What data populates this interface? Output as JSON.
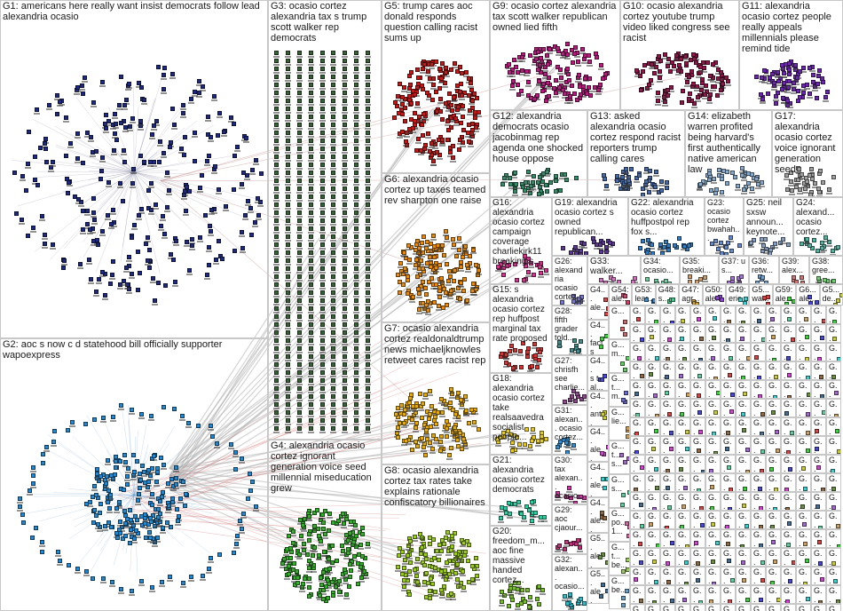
{
  "title": "",
  "groups": [
    {
      "id": "G1",
      "text": "G1: americans here really want insist democrats follow lead alexandria ocasio",
      "color": "#1f2a7a",
      "layout": "circle"
    },
    {
      "id": "G2",
      "text": "G2: aoc s now c d statehood bill officially supporter wapoexpress",
      "color": "#2a86c9",
      "layout": "ring"
    },
    {
      "id": "G3",
      "text": "G3: ocasio cortez alexandria tax s trump scott walker rep democrats",
      "color": "#3a5f3a",
      "layout": "grid"
    },
    {
      "id": "G4",
      "text": "G4: alexandria ocasio cortez ignorant generation voice seed millennial miseducation grew",
      "color": "#3aa832",
      "layout": "cloud"
    },
    {
      "id": "G5",
      "text": "G5: trump cares aoc donald responds question calling racist sums up",
      "color": "#b81e1e",
      "layout": "cloud"
    },
    {
      "id": "G6",
      "text": "G6: alexandria ocasio cortez up taxes teamed rev sharpton one raise",
      "color": "#e08a1e",
      "layout": "oval"
    },
    {
      "id": "G7",
      "text": "G7: ocasio alexandria cortez realdonaldtrump news michaeljknowles retweet cares racist rep",
      "color": "#e0a81e",
      "layout": "cloud"
    },
    {
      "id": "G8",
      "text": "G8: ocasio alexandria cortez tax rates take explains rationale confiscatory billionaires",
      "color": "#9ac82a",
      "layout": "cloud"
    },
    {
      "id": "G9",
      "text": "G9: ocasio cortez alexandria tax scott walker republican owned lied fifth",
      "color": "#b0207a",
      "layout": "cloud"
    },
    {
      "id": "G10",
      "text": "G10: ocasio alexandria cortez youtube trump video liked congress see racist",
      "color": "#8a1a4a",
      "layout": "cloud"
    },
    {
      "id": "G11",
      "text": "G11: alexandria ocasio cortez people really appeals millennials please remind tide",
      "color": "#6a2aa8",
      "layout": "cloud"
    },
    {
      "id": "G12",
      "text": "G12: alexandria democrats ocasio jacobinmag rep agenda one shocked house oppose",
      "color": "#3a8a6a",
      "layout": "cloud"
    },
    {
      "id": "G13",
      "text": "G13: asked alexandria ocasio cortez respond racist reporters trump calling cares",
      "color": "#4a6aa0",
      "layout": "cloud"
    },
    {
      "id": "G14",
      "text": "G14: elizabeth warren profited being harvard's first authentically native american law",
      "color": "#8aa8c8",
      "layout": "cloud"
    },
    {
      "id": "G17",
      "text": "G17: alexandria ocasio cortez voice ignorant generation seed",
      "color": "#a0a0a0",
      "layout": "cloud"
    },
    {
      "id": "G16",
      "text": "G16: alexandria ocasio cortez campaign coverage charliekirk11 breaking s...",
      "color": "#c83a8a",
      "layout": "cloud"
    },
    {
      "id": "G19",
      "text": "G19: alexandria ocasio cortez s owned republican...",
      "color": "#5a3a8a",
      "layout": "cloud"
    },
    {
      "id": "G22",
      "text": "G22: alexandria ocasio cortez huffpostpol rep fox s...",
      "color": "#3a7ab8",
      "layout": "cloud"
    },
    {
      "id": "G23",
      "text": "G23: ocasio cortez bwahah...",
      "color": "#6a8ac8",
      "layout": "cloud"
    },
    {
      "id": "G25",
      "text": "G25: neil sxsw announ... keynote...",
      "color": "#8aa0c0",
      "layout": "cloud"
    },
    {
      "id": "G24",
      "text": "G24: alexand... ocasio cortez...",
      "color": "#5ab0a0",
      "layout": "cloud"
    },
    {
      "id": "G15",
      "text": "G15: s alexandria ocasio cortez rep huffpost marginal tax rate proposed",
      "color": "#c83a3a",
      "layout": "cloud"
    },
    {
      "id": "G26",
      "text": "G26: alexandria ocasio cortez...",
      "color": "#7a7ac8",
      "layout": "cloud"
    },
    {
      "id": "G33",
      "text": "G33: walker...",
      "color": "#c87ab8",
      "layout": "cloud"
    },
    {
      "id": "G34",
      "text": "G34: ocasio...",
      "color": "#7ac8a0",
      "layout": "cloud"
    },
    {
      "id": "G35",
      "text": "G35: breaki...",
      "color": "#c8a07a",
      "layout": "cloud"
    },
    {
      "id": "G37",
      "text": "G37: u s...",
      "color": "#a07ac8",
      "layout": "cloud"
    },
    {
      "id": "G36",
      "text": "G36: retw...",
      "color": "#7aa0c8",
      "layout": "cloud"
    },
    {
      "id": "G39",
      "text": "G39: alex...",
      "color": "#c87a7a",
      "layout": "cloud"
    },
    {
      "id": "G38",
      "text": "G38: gree...",
      "color": "#7ac87a",
      "layout": "cloud"
    },
    {
      "id": "G28",
      "text": "G28: fifth grader told...",
      "color": "#4a8a8a",
      "layout": "cloud"
    },
    {
      "id": "G27",
      "text": "G27: chrisfh see charlie...",
      "color": "#8a4a8a",
      "layout": "cloud"
    },
    {
      "id": "G18",
      "text": "G18: alexandria ocasio cortez take realsaavedra socialist people...",
      "color": "#e0c83a",
      "layout": "cloud"
    },
    {
      "id": "G31",
      "text": "G31: alexan... ocasio cortez...",
      "color": "#3a8ac8",
      "layout": "cloud"
    },
    {
      "id": "G21",
      "text": "G21: alexandria ocasio cortez democrats",
      "color": "#3ac8a0",
      "layout": "cloud"
    },
    {
      "id": "G30",
      "text": "G30: tax alexan... ocasio...",
      "color": "#c83aa0",
      "layout": "cloud"
    },
    {
      "id": "G20",
      "text": "G20: freedom_m... aoc fine massive handed cortez...",
      "color": "#7ab83a",
      "layout": "cloud"
    },
    {
      "id": "G29",
      "text": "G29: aoc cjaour...",
      "color": "#b83a7a",
      "layout": "cloud"
    },
    {
      "id": "G32",
      "text": "G32: alexan... ocasio...",
      "color": "#3ab8c8",
      "layout": "cloud"
    }
  ],
  "small_groups": {
    "col1": [
      {
        "text": "G4...\nale...\noc...",
        "color": "#c84a4a"
      },
      {
        "text": "G4...\nfacts\ncar...",
        "color": "#4ac84a"
      },
      {
        "text": "G4...\ns t\nal...",
        "color": "#4a4ac8"
      },
      {
        "text": "G4...\nant...",
        "color": "#c8c84a"
      },
      {
        "text": "G4...\nale...",
        "color": "#c84ac8"
      },
      {
        "text": "G4...\nale...",
        "color": "#4ac8c8"
      },
      {
        "text": "G4...\nale...\noc...",
        "color": "#8a6a4a"
      },
      {
        "text": "G5...\nale...",
        "color": "#6a8a4a"
      },
      {
        "text": "G5...\nale...",
        "color": "#4a6a8a"
      }
    ],
    "col2": [
      {
        "text": "G...",
        "color": "#c86a6a"
      },
      {
        "text": "G...\nm...",
        "color": "#6ac86a"
      },
      {
        "text": "G...\nt...\nm...",
        "color": "#6a6ac8"
      },
      {
        "text": "G...\nlie...",
        "color": "#c8a06a"
      },
      {
        "text": "G...\nt...\ns...",
        "color": "#a06ac8"
      },
      {
        "text": "G...\ns...",
        "color": "#6ac8a0"
      },
      {
        "text": "G...\npo...\n1...",
        "color": "#c86aa0"
      },
      {
        "text": "G...\nt...\nbe...",
        "color": "#a0c86a"
      },
      {
        "text": "G...\nbe...",
        "color": "#6aa0c8"
      }
    ],
    "row_top": [
      {
        "text": "G54:\nale...",
        "color": "#c8486a"
      },
      {
        "text": "G53:\nlear...",
        "color": "#488ac8"
      },
      {
        "text": "G48:\ns...",
        "color": "#48c88a"
      },
      {
        "text": "G47:\nagr...",
        "color": "#c8a048"
      },
      {
        "text": "G50:\nale...",
        "color": "#8a48c8"
      },
      {
        "text": "G49:\neric...",
        "color": "#48c8c8"
      },
      {
        "text": "G5...\nwa...",
        "color": "#c84848"
      },
      {
        "text": "G59:\nale...",
        "color": "#48c848"
      },
      {
        "text": "G6...\nale...",
        "color": "#4848c8"
      },
      {
        "text": "G5...\nde...",
        "color": "#c8c848"
      }
    ],
    "micro_label": "G.."
  }
}
